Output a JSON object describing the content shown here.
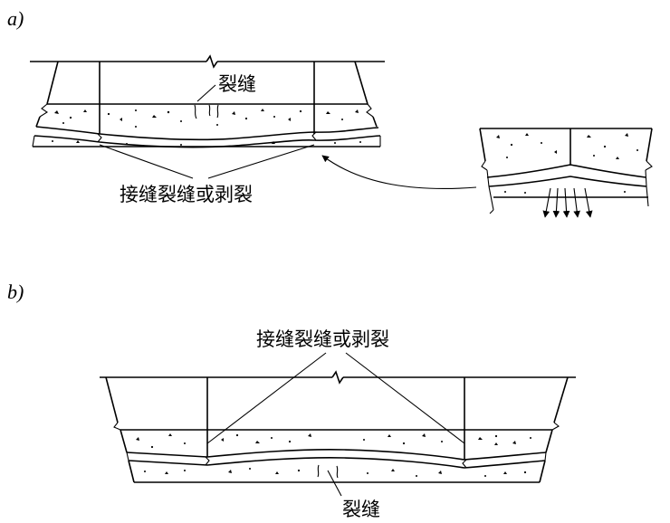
{
  "panel_a": {
    "label": "a)",
    "crack_label": "裂缝",
    "joint_label": "接缝裂缝或剥裂"
  },
  "panel_b": {
    "label": "b)",
    "joint_label": "接缝裂缝或剥裂",
    "crack_label": "裂缝"
  }
}
